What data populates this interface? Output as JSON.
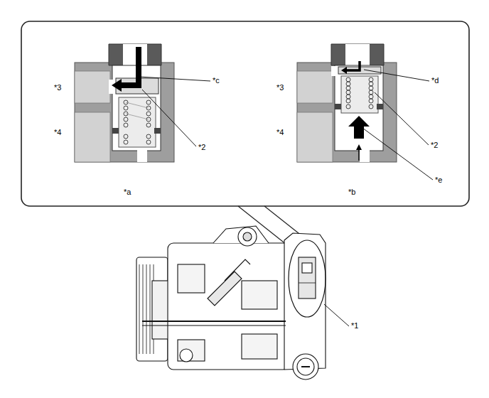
{
  "diagram": {
    "labels": [
      "*c",
      "*d",
      "*3",
      "*3",
      "*2",
      "*2",
      "*4",
      "*4",
      "*e",
      "*a",
      "*b",
      "*1"
    ]
  }
}
